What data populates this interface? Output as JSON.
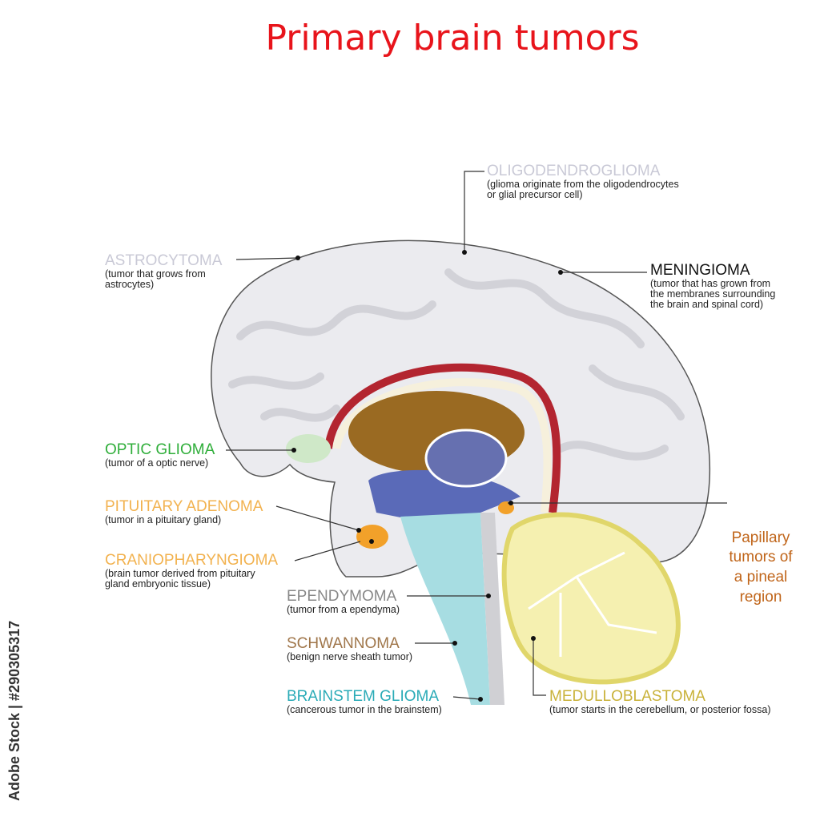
{
  "title": "Primary brain tumors",
  "side_credit": "Adobe Stock | #290305317",
  "colors": {
    "title": "#e8141b",
    "grey": "#c9c9d6",
    "green": "#2fae3a",
    "orange": "#f2b24f",
    "dark": "#111111",
    "teal": "#2aabb7",
    "brown": "#a0764a",
    "olive": "#c9b23a",
    "rust": "#c0651a"
  },
  "labels": [
    {
      "name": "OLIGODENDROGLIOMA",
      "desc": "(glioma originate from the oligodendrocytes\nor glial precursor cell)"
    },
    {
      "name": "ASTROCYTOMA",
      "desc": "(tumor that grows from\nastrocytes)"
    },
    {
      "name": "MENINGIOMA",
      "desc": "(tumor that has grown from\nthe membranes surrounding\nthe brain and spinal cord)"
    },
    {
      "name": "OPTIC GLIOMA",
      "desc": "(tumor of a optic nerve)"
    },
    {
      "name": "PITUITARY ADENOMA",
      "desc": "(tumor in a pituitary gland)"
    },
    {
      "name": "CRANIOPHARYNGIOMA",
      "desc": "(brain tumor derived from pituitary\ngland embryonic tissue)"
    },
    {
      "name": "EPENDYMOMA",
      "desc": "(tumor from a ependyma)"
    },
    {
      "name": "SCHWANNOMA",
      "desc": "(benign nerve sheath tumor)"
    },
    {
      "name": "BRAINSTEM GLIOMA",
      "desc": "(cancerous tumor in the brainstem)"
    },
    {
      "name": "MEDULLOBLASTOMA",
      "desc": "(tumor starts in the cerebellum, or posterior fossa)"
    },
    {
      "name": "Papillary\ntumors of\na pineal\nregion",
      "desc": ""
    }
  ]
}
